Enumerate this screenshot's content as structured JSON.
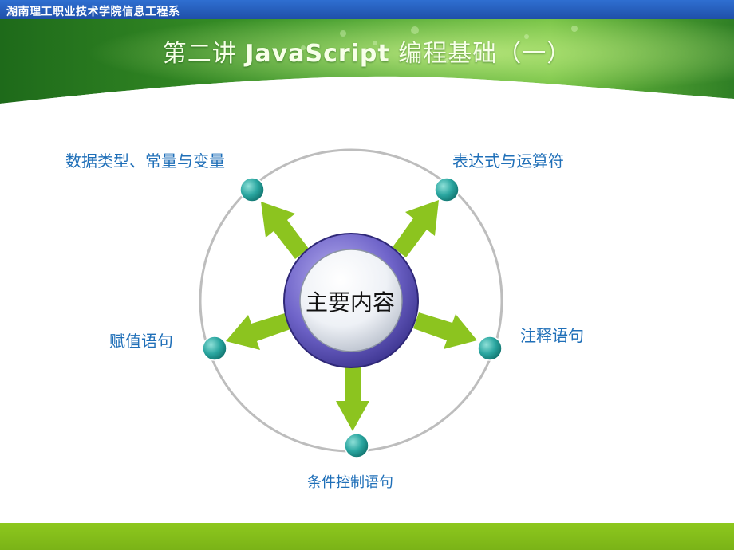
{
  "header": {
    "text": "湖南理工职业技术学院信息工程系"
  },
  "slide": {
    "title_prefix": "第二讲",
    "title_en": "JavaScript",
    "title_suffix": "编程基础（一）"
  },
  "diagram": {
    "center": "主要内容",
    "nodes": [
      "数据类型、常量与变量",
      "表达式与运算符",
      "赋值语句",
      "注释语句",
      "条件控制语句"
    ]
  },
  "colors": {
    "header": "#2a62c4",
    "arrow": "#8cc41f",
    "node": "#2aa6a0",
    "label": "#1f6fb8",
    "footer": "#86c01c"
  }
}
